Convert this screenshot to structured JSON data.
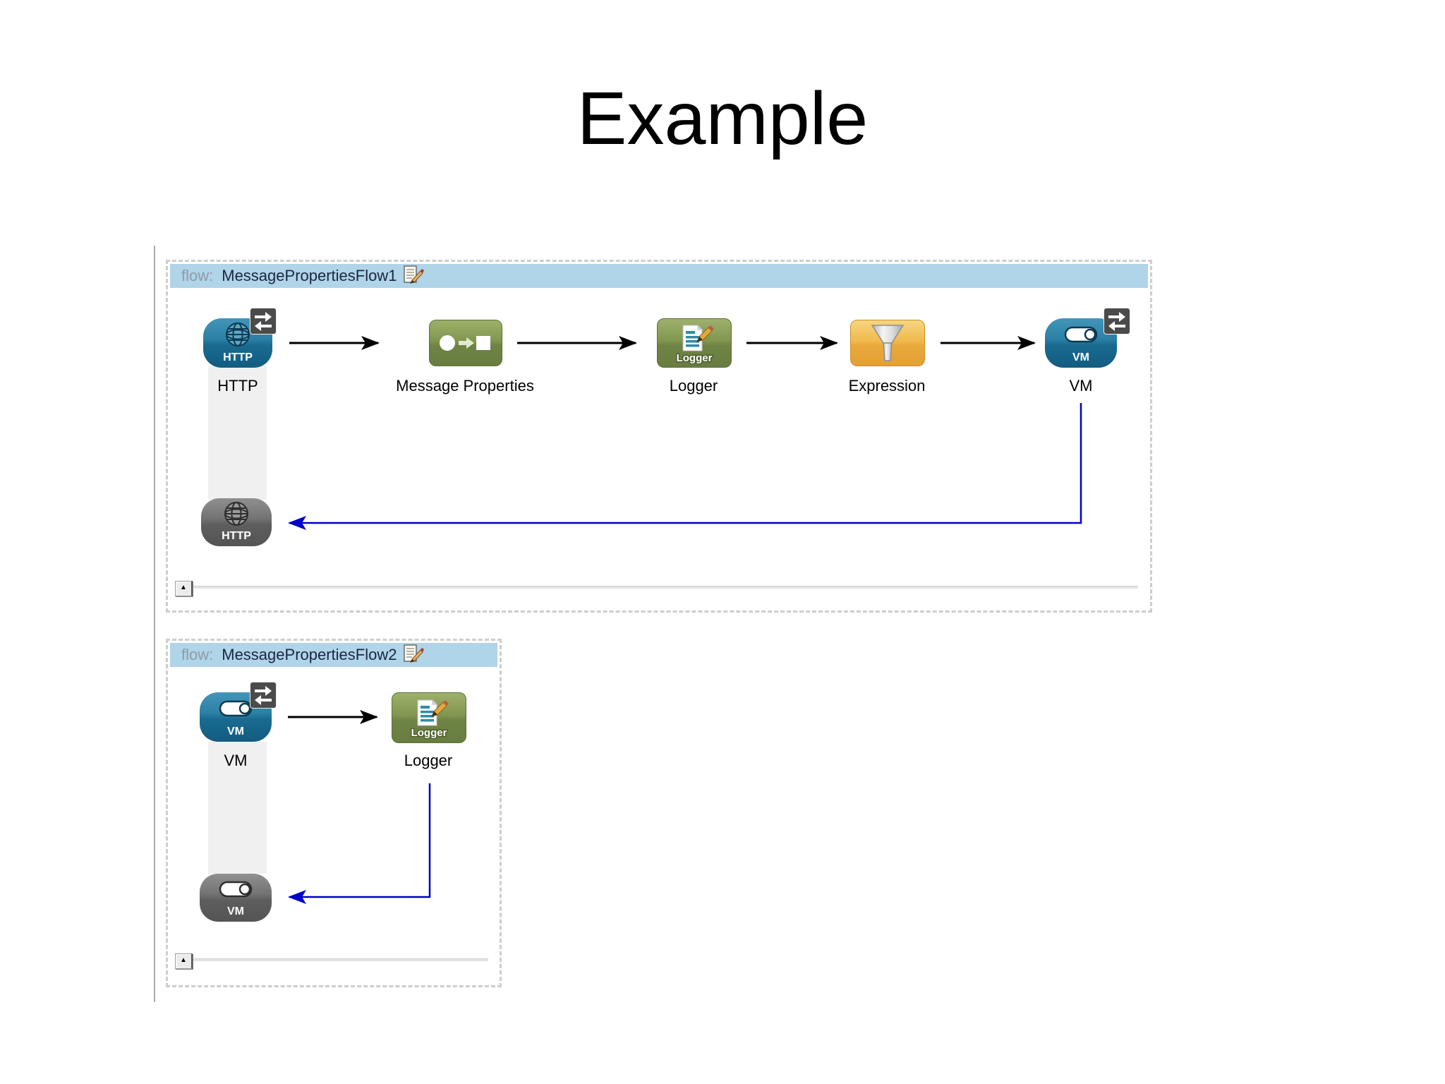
{
  "title": "Example",
  "ui": {
    "collapse_glyph": "▲"
  },
  "colors": {
    "flow_header_bg": "#b0d4e8",
    "flow_prefix_text": "#8e9ca8",
    "flow_name_text": "#1b2740",
    "dashed_border": "#cdcdcd",
    "connector_black": "#000000",
    "connector_blue": "#0000c8",
    "http_vm_node_blue": "#2b80a5",
    "green_node": "#81964f",
    "orange_node": "#f0ba4e",
    "gray_response_node": "#737373",
    "scope_band": "#f0f0f0"
  },
  "flow1": {
    "prefix": "flow:",
    "name": "MessagePropertiesFlow1",
    "nodes": [
      {
        "label": "HTTP",
        "icon_text": "HTTP",
        "badge": "bidirectional-arrows"
      },
      {
        "label": "Message Properties"
      },
      {
        "label": "Logger",
        "icon_text": "Logger"
      },
      {
        "label": "Expression"
      },
      {
        "label": "VM",
        "icon_text": "VM",
        "badge": "bidirectional-arrows"
      }
    ],
    "response_node": {
      "icon_text": "HTTP"
    }
  },
  "flow2": {
    "prefix": "flow:",
    "name": "MessagePropertiesFlow2",
    "nodes": [
      {
        "label": "VM",
        "icon_text": "VM",
        "badge": "bidirectional-arrows"
      },
      {
        "label": "Logger",
        "icon_text": "Logger"
      }
    ],
    "response_node": {
      "icon_text": "VM"
    }
  }
}
